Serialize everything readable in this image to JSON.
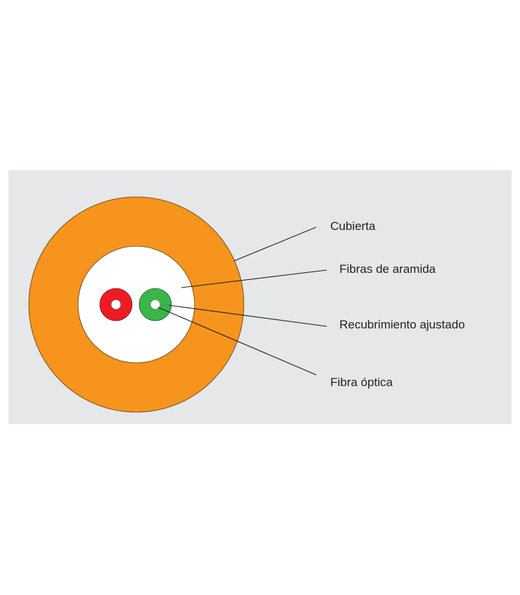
{
  "diagram": {
    "background_color": "#e6e7e8",
    "labels": {
      "jacket": "Cubierta",
      "aramid": "Fibras de aramida",
      "buffer": "Recubrimiento ajustado",
      "fiber": "Fibra óptica"
    },
    "colors": {
      "jacket": "#f7941d",
      "aramid_fill": "#ffffff",
      "fiber_red": "#ed1c24",
      "fiber_green": "#39b54a",
      "leader_line": "#231f20"
    }
  }
}
